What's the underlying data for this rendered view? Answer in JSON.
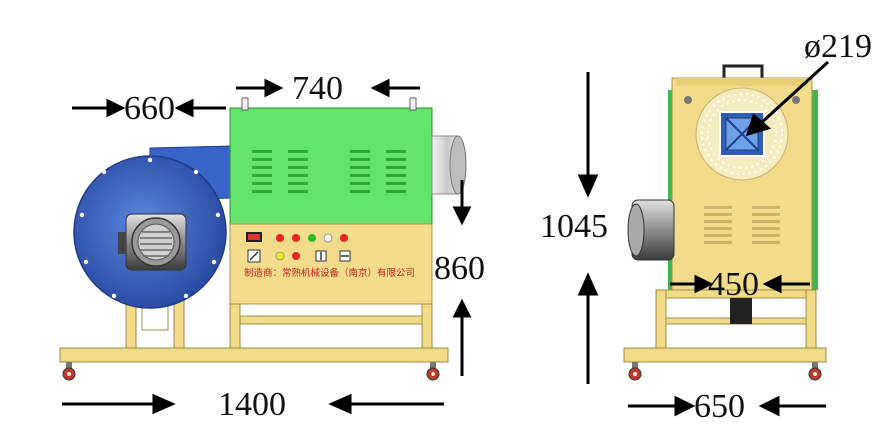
{
  "dimensions": {
    "width_660": "660",
    "width_740": "740",
    "height_860": "860",
    "length_1400": "1400",
    "height_1045": "1045",
    "diameter_219": "ø219",
    "width_450": "450",
    "width_650": "650"
  },
  "panel": {
    "company_text": "制造商：常熟机械设备（南京）有限公司"
  },
  "colors": {
    "body_green": "#66e36a",
    "body_yellow": "#f2dc8c",
    "blower_blue": "#3a63c8",
    "frame_yellow": "#f0dc86",
    "duct_gray": "#d8d8d8"
  }
}
